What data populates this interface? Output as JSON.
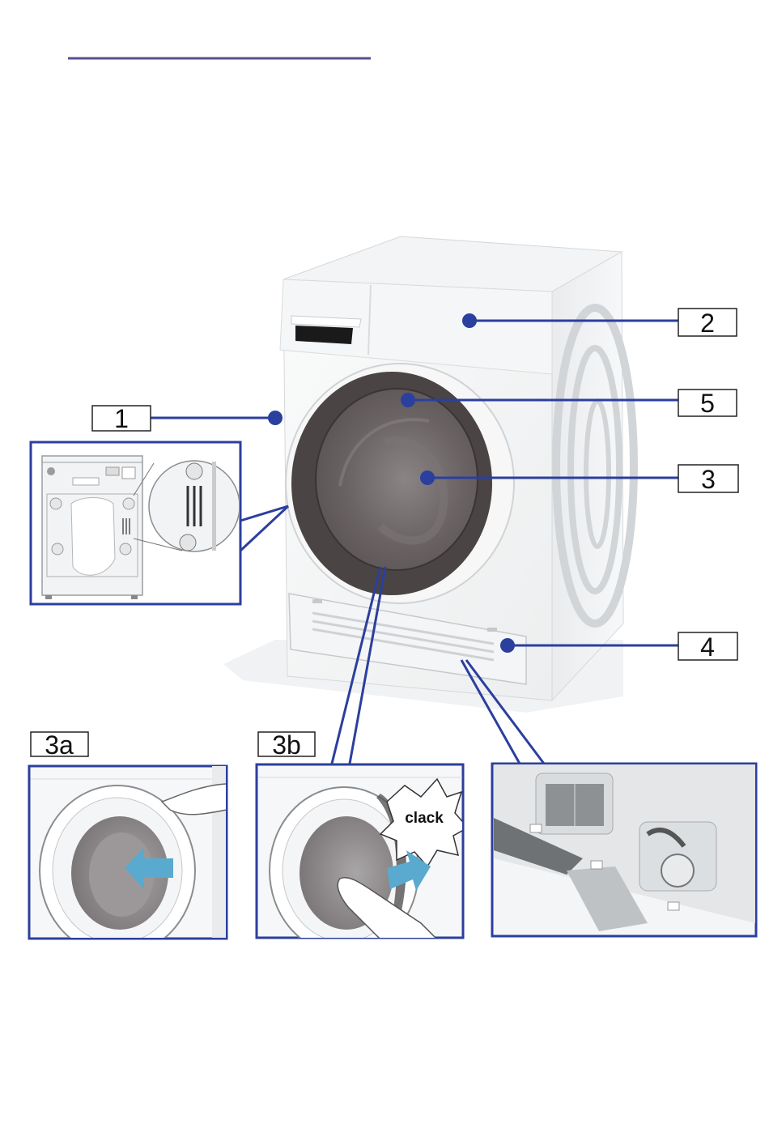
{
  "callouts": {
    "c1": "1",
    "c2": "2",
    "c3": "3",
    "c4": "4",
    "c5": "5"
  },
  "detail_panels": {
    "door_open_label": "3a",
    "door_close_label": "3b",
    "close_sound": "clack"
  },
  "colors": {
    "accent": "#2b3f9e",
    "header_rule": "#5a4f8f",
    "door_dark": "#4a4444",
    "arrow": "#5aa9cf"
  },
  "icons": {
    "arrow_in": "arrow-left-icon",
    "arrow_close": "arrow-right-icon",
    "sound_burst": "burst-icon"
  }
}
